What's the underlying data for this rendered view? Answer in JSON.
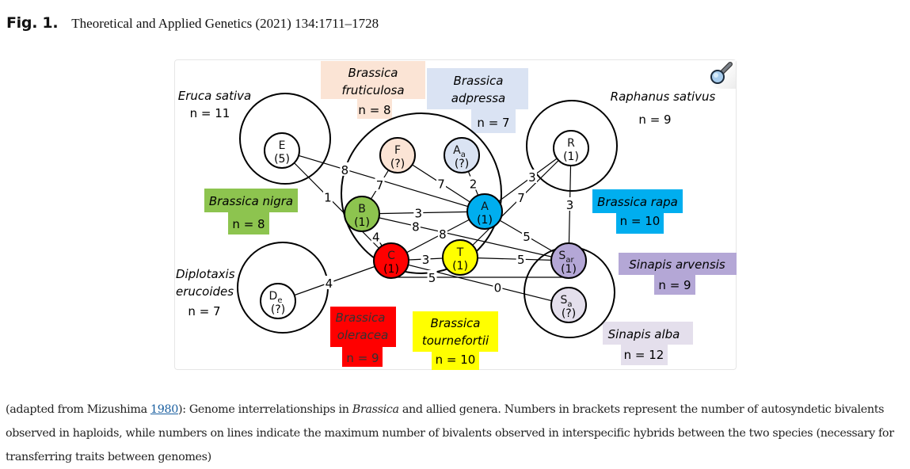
{
  "header": {
    "figure_label": "Fig. 1.",
    "journal": "Theoretical and Applied Genetics (2021) 134:1711–1728"
  },
  "toolbar": {
    "zoom_icon": "magnifier-icon"
  },
  "colors": {
    "B": "#8dc44f",
    "A": "#00aeef",
    "C": "#ff0000",
    "T": "#ffff00",
    "F": "#fbe4d5",
    "Aa": "#dae3f3",
    "Sar": "#b4a7d6",
    "Sa": "#e4dfec",
    "label_fruticulosa": "#fbe4d5",
    "label_adpressa": "#dae3f3",
    "label_nigra": "#8dc44f",
    "label_rapa": "#00aeef",
    "label_oleracea": "#ff0000",
    "label_tournefortii": "#ffff00",
    "label_arvensis": "#b4a7d6",
    "label_alba": "#e4dfec"
  },
  "species": {
    "eruca": {
      "name": "Eruca sativa",
      "n": "n = 11"
    },
    "fruticulosa": {
      "name_line1": "Brassica",
      "name_line2": "fruticulosa",
      "n": "n = 8"
    },
    "adpressa": {
      "name_line1": "Brassica",
      "name_line2": "adpressa",
      "n": "n = 7"
    },
    "raphanus": {
      "name": "Raphanus sativus",
      "n": "n = 9"
    },
    "nigra": {
      "name": "Brassica nigra",
      "n": "n = 8"
    },
    "rapa": {
      "name": "Brassica rapa",
      "n": "n = 10"
    },
    "diplotaxis": {
      "name_line1": "Diplotaxis",
      "name_line2": "erucoides",
      "n": "n = 7"
    },
    "arvensis": {
      "name": "Sinapis arvensis",
      "n": "n = 9"
    },
    "oleracea": {
      "name_line1": "Brassica",
      "name_line2": "oleracea",
      "n": "n = 9"
    },
    "tournefortii": {
      "name_line1": "Brassica",
      "name_line2": "tournefortii",
      "n": "n = 10"
    },
    "alba": {
      "name": "Sinapis alba",
      "n": "n = 12"
    }
  },
  "genomes": {
    "E": {
      "letter": "E",
      "sub": "",
      "bivalents": "(5)"
    },
    "F": {
      "letter": "F",
      "sub": "",
      "bivalents": "(?)"
    },
    "Aa": {
      "letter": "A",
      "sub": "a",
      "bivalents": "(?)"
    },
    "R": {
      "letter": "R",
      "sub": "",
      "bivalents": "(1)"
    },
    "B": {
      "letter": "B",
      "sub": "",
      "bivalents": "(1)"
    },
    "A": {
      "letter": "A",
      "sub": "",
      "bivalents": "(1)"
    },
    "C": {
      "letter": "C",
      "sub": "",
      "bivalents": "(1)"
    },
    "T": {
      "letter": "T",
      "sub": "",
      "bivalents": "(1)"
    },
    "De": {
      "letter": "D",
      "sub": "e",
      "bivalents": "(?)"
    },
    "Sar": {
      "letter": "S",
      "sub": "ar",
      "bivalents": "(1)"
    },
    "Sa": {
      "letter": "S",
      "sub": "a",
      "bivalents": "(?)"
    }
  },
  "connections": [
    {
      "from": "E",
      "to": "A",
      "value": "8"
    },
    {
      "from": "E",
      "to": "C",
      "value": "1"
    },
    {
      "from": "F",
      "to": "B",
      "value": "7"
    },
    {
      "from": "F",
      "to": "A",
      "value": "7"
    },
    {
      "from": "Aa",
      "to": "A",
      "value": "2"
    },
    {
      "from": "R",
      "to": "A",
      "value": "3"
    },
    {
      "from": "R",
      "to": "T",
      "value": "7"
    },
    {
      "from": "R",
      "to": "Sar",
      "value": "3"
    },
    {
      "from": "B",
      "to": "A",
      "value": "3"
    },
    {
      "from": "B",
      "to": "Sar",
      "value": "8"
    },
    {
      "from": "B",
      "to": "C",
      "value": "4"
    },
    {
      "from": "A",
      "to": "C",
      "value": "8"
    },
    {
      "from": "A",
      "to": "Sar",
      "value": "5"
    },
    {
      "from": "C",
      "to": "T",
      "value": "3"
    },
    {
      "from": "T",
      "to": "Sar",
      "value": "5"
    },
    {
      "from": "C",
      "to": "Sar",
      "value": "5"
    },
    {
      "from": "C",
      "to": "Sa",
      "value": "0"
    },
    {
      "from": "De",
      "to": "C",
      "value": "4"
    }
  ],
  "caption": {
    "part1": "(adapted from Mizushima ",
    "link": "1980",
    "part2": "): Genome interrelationships in ",
    "italic": "Brassica",
    "part3": " and allied genera. Numbers in brackets represent the number of autosyndetic bivalents observed in haploids, while numbers on lines indicate the maximum number of bivalents observed in interspecific hybrids between the two species (necessary for transferring traits between genomes)"
  }
}
